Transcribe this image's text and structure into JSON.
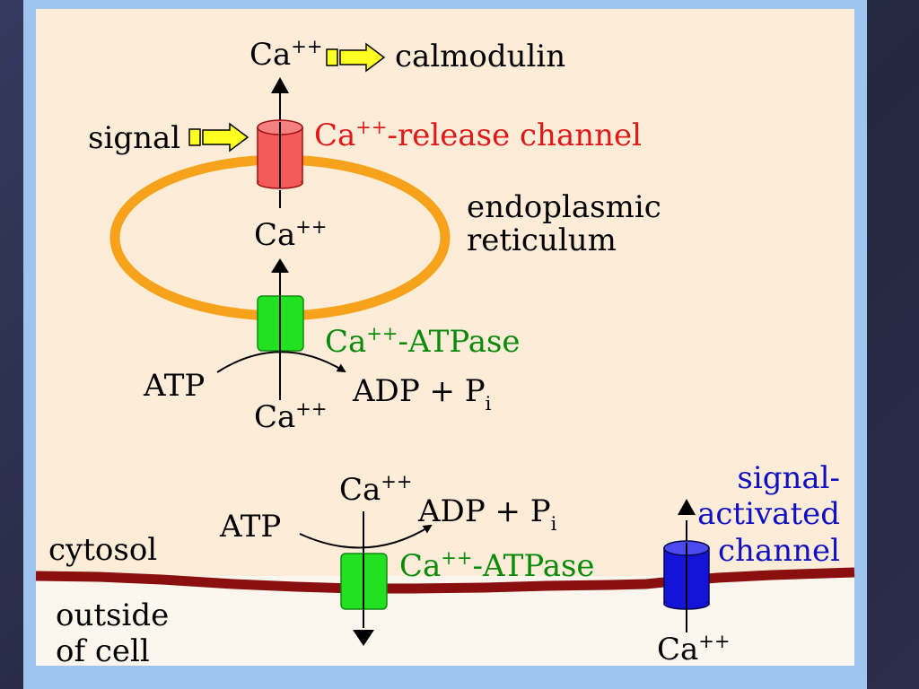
{
  "colors": {
    "panel_top": "#fcecd8",
    "panel_bottom": "#fdf6ee",
    "er_membrane": "#f7a21b",
    "plasma_membrane": "#8a1010",
    "release_channel": "#f45a5a",
    "atpase": "#22e022",
    "signal_channel": "#1414d8",
    "red_label": "#e01818",
    "green_label": "#0a8a0a",
    "blue_label": "#1010c0",
    "signal_arrow": "#ffff20"
  },
  "labels": {
    "ca_base": "Ca",
    "ca_sup": "++",
    "calmodulin": "calmodulin",
    "signal": "signal",
    "release_channel": "-release channel",
    "er_line1": "endoplasmic",
    "er_line2": "reticulum",
    "atpase": "-ATPase",
    "atp": "ATP",
    "adp": "ADP + P",
    "pi_sub": "i",
    "cytosol": "cytosol",
    "outside_line1": "outside",
    "outside_line2": "of cell",
    "signal_activated_line1": "signal-",
    "signal_activated_line2": "activated",
    "signal_activated_line3": "channel"
  }
}
